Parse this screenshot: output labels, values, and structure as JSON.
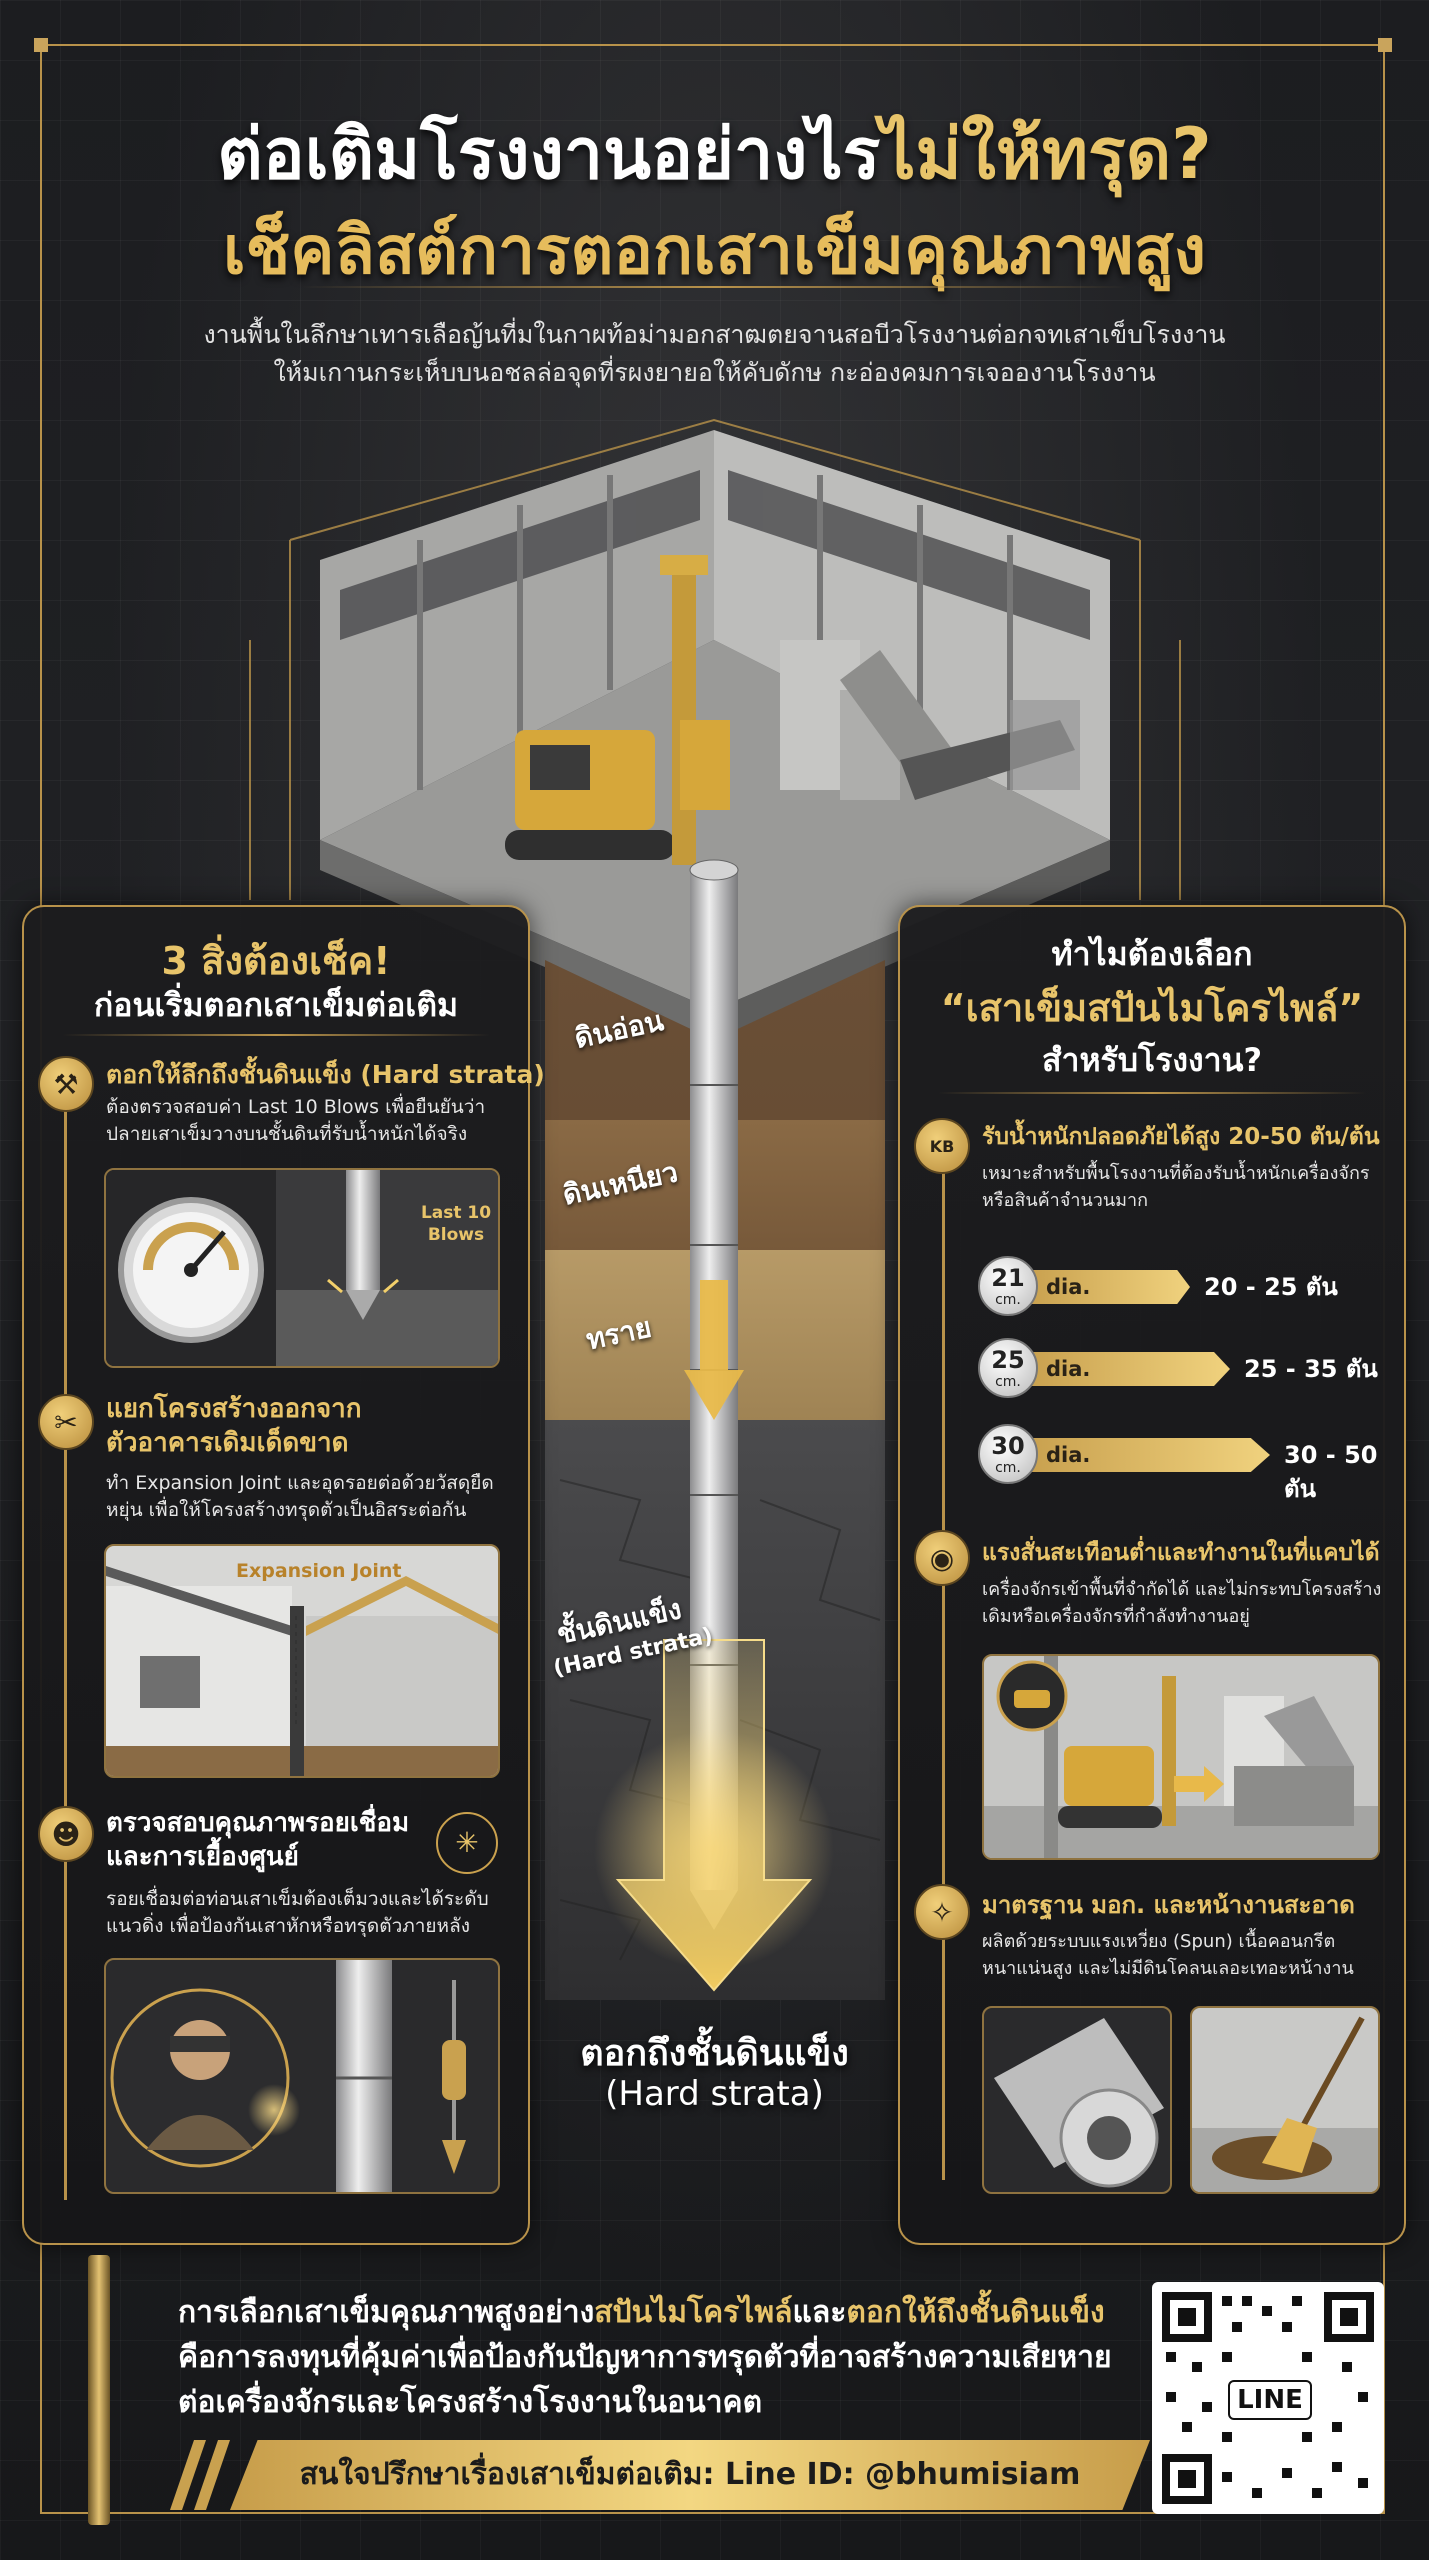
{
  "header": {
    "title_line1_white": "ต่อเติมโรงงานอย่างไร",
    "title_line1_gold": "ไม่ให้ทรุด?",
    "title_line2": "เช็คลิสต์การตอกเสาเข็มคุณภาพสูง",
    "subtitle_line1": "งานพื้นในลึกษาเทารเลือญ้นที่มในกาผท้อม่ามอกสาฒตยจานสอบีวโรงงานต่อกจทเสาเข็บโรงงาน",
    "subtitle_line2": "ให้มเกานกระเห็บบนอชลล่อจุดที่รผงยายอให้คับดักษ กะอ่องคมการเจอองานโรงงาน"
  },
  "soil_layers": {
    "layer1": "ดินอ่อน",
    "layer2": "ดินเหนียว",
    "layer3": "ทราย",
    "layer4_line1": "ชั้นดินแข็ง",
    "layer4_line2": "(Hard strata)"
  },
  "center_cta": {
    "line1": "ตอกถึงชั้นดินแข็ง",
    "line2": "(Hard strata)"
  },
  "left_panel": {
    "heading1": "3 สิ่งต้องเช็ค!",
    "heading2": "ก่อนเริ่มตอกเสาเข็มต่อเติม",
    "item1": {
      "icon": "hammer-icon",
      "title": "ตอกให้ลึกถึงชั้นดินแข็ง (Hard strata)",
      "text_line1": "ต้องตรวจสอบค่า Last 10 Blows เพื่อยืนยันว่า",
      "text_line2": "ปลายเสาเข็มวางบนชั้นดินที่รับน้ำหนักได้จริง",
      "illus_label_line1": "Last 10",
      "illus_label_line2": "Blows"
    },
    "item2": {
      "icon": "tools-icon",
      "title_line1": "แยกโครงสร้างออกจาก",
      "title_line2": "ตัวอาคารเดิมเด็ดขาด",
      "text_line1": "ทำ Expansion Joint และอุดรอยต่อด้วยวัสดุยืด",
      "text_line2": "หยุ่น เพื่อให้โครงสร้างทรุดตัวเป็นอิสระต่อกัน",
      "illus_label": "Expansion Joint"
    },
    "item3": {
      "icon": "welder-icon",
      "title_line1": "ตรวจสอบคุณภาพรอยเชื่อม",
      "title_line2": "และการเยื้องศูนย์",
      "text_line1": "รอยเชื่อมต่อท่อนเสาเข็มต้องเต็มวงและได้ระดับ",
      "text_line2": "แนวดิ่ง เพื่อป้องกันเสาหักหรือทรุดตัวภายหลัง"
    }
  },
  "right_panel": {
    "heading1": "ทำไมต้องเลือก",
    "heading2": "“เสาเข็มสปันไมโครไพล์”",
    "heading3": "สำหรับโรงงาน?",
    "item1": {
      "icon": "weight-kg-icon",
      "icon_text": "KB",
      "title": "รับน้ำหนักปลอดภัยได้สูง 20-50 ตัน/ต้น",
      "text_line1": "เหมาะสำหรับพื้นโรงงานที่ต้องรับน้ำหนักเครื่องจักร",
      "text_line2": "หรือสินค้าจำนวนมาก"
    },
    "piles": [
      {
        "size": "21",
        "unit": "cm.",
        "label": "dia.",
        "capacity": "20 - 25 ตัน"
      },
      {
        "size": "25",
        "unit": "cm.",
        "label": "dia.",
        "capacity": "25 - 35 ตัน"
      },
      {
        "size": "30",
        "unit": "cm.",
        "label": "dia.",
        "capacity": "30 - 50 ตัน"
      }
    ],
    "item2": {
      "icon": "vibration-icon",
      "title": "แรงสั่นสะเทือนต่ำและทำงานในที่แคบได้",
      "text_line1": "เครื่องจักรเข้าพื้นที่จำกัดได้ และไม่กระทบโครงสร้าง",
      "text_line2": "เดิมหรือเครื่องจักรที่กำลังทำงานอยู่"
    },
    "item3": {
      "icon": "standard-compass-icon",
      "title": "มาตรฐาน มอก. และหน้างานสะอาด",
      "text_line1": "ผลิตด้วยระบบแรงเหวี่ยง (Spun) เนื้อคอนกรีต",
      "text_line2": "หนาแน่นสูง และไม่มีดินโคลนเลอะเทอะหน้างาน"
    }
  },
  "footer": {
    "line1_a": "การเลือกเสาเข็มคุณภาพสูงอย่าง",
    "line1_b": "สปันไมโครไพล์",
    "line1_c": "และ",
    "line1_d": "ตอกให้ถึงชั้นดินแข็ง",
    "line2": "คือการลงทุนที่คุ้มค่าเพื่อป้องกันปัญหาการทรุดตัวที่อาจสร้างความเสียหาย",
    "line3": "ต่อเครื่องจักรและโครงสร้างโรงงานในอนาคต",
    "cta": "สนใจปรึกษาเรื่องเสาเข็มต่อเติม: Line ID: @bhumisiam",
    "qr_label": "LINE"
  },
  "colors": {
    "gold": "#e8c46a",
    "gold_dark": "#b8924a",
    "background": "#1c1d20",
    "panel": "#1c1c1e",
    "text": "#ffffff"
  }
}
